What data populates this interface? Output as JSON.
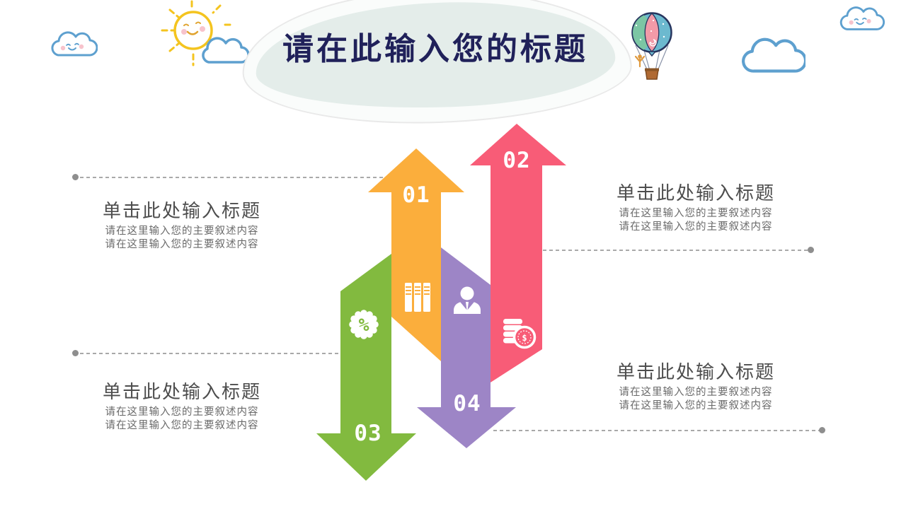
{
  "slide": {
    "title": "请在此输入您的标题",
    "colors": {
      "title_text": "#20215A",
      "title_blob": "#E4EDEA",
      "background": "#FFFFFF",
      "leader_line": "#A9A9A9"
    }
  },
  "decorations": [
    "smiling-cloud-icon",
    "smiling-sun-icon",
    "cloud-icon",
    "hot-air-balloon-icon",
    "smiling-cloud-icon",
    "cloud-icon"
  ],
  "diagram": {
    "items": [
      {
        "number": "01",
        "direction": "up",
        "color": "#FBAE3C",
        "icon": "bar-columns-icon"
      },
      {
        "number": "02",
        "direction": "up",
        "color": "#F85C77",
        "icon": "coins-icon",
        "icon_symbol": "$"
      },
      {
        "number": "03",
        "direction": "down",
        "color": "#82BA3F",
        "icon": "percent-badge-icon",
        "icon_symbol": "%"
      },
      {
        "number": "04",
        "direction": "down",
        "color": "#9D85C6",
        "icon": "person-icon"
      }
    ]
  },
  "callouts": [
    {
      "position": "top-left",
      "heading": "单击此处输入标题",
      "lines": [
        "请在这里输入您的主要叙述内容",
        "请在这里输入您的主要叙述内容"
      ]
    },
    {
      "position": "bottom-left",
      "heading": "单击此处输入标题",
      "lines": [
        "请在这里输入您的主要叙述内容",
        "请在这里输入您的主要叙述内容"
      ]
    },
    {
      "position": "top-right",
      "heading": "单击此处输入标题",
      "lines": [
        "请在这里输入您的主要叙述内容",
        "请在这里输入您的主要叙述内容"
      ]
    },
    {
      "position": "bottom-right",
      "heading": "单击此处输入标题",
      "lines": [
        "请在这里输入您的主要叙述内容",
        "请在这里输入您的主要叙述内容"
      ]
    }
  ]
}
